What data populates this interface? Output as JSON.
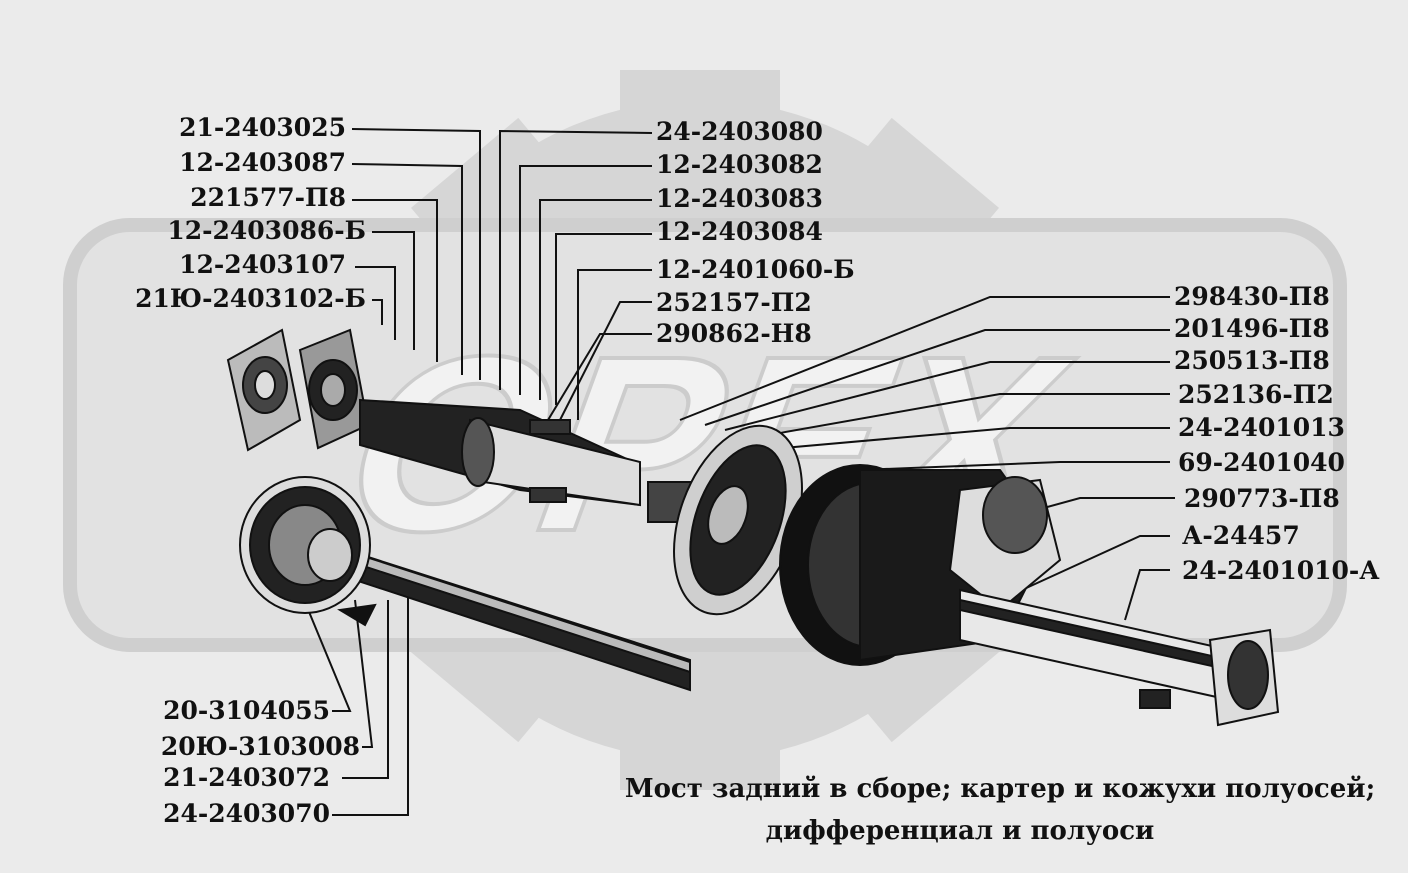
{
  "caption": {
    "line1": "Мост задний в сборе; картер и кожухи полуосей;",
    "line2": "дифференциал и полуоси"
  },
  "labels": {
    "l1": "21-2403025",
    "l2": "12-2403087",
    "l3": "221577-П8",
    "l4": "12-2403086-Б",
    "l5": "12-2403107",
    "l6": "21Ю-2403102-Б",
    "t1": "24-2403080",
    "t2": "12-2403082",
    "t3": "12-2403083",
    "t4": "12-2403084",
    "t5": "12-2401060-Б",
    "t6": "252157-П2",
    "t7": "290862-Н8",
    "r1": "298430-П8",
    "r2": "201496-П8",
    "r3": "250513-П8",
    "r4": "252136-П2",
    "r5": "24-2401013",
    "r6": "69-2401040",
    "r7": "290773-П8",
    "r8": "А-24457",
    "r9": "24-2401010-А",
    "b1": "20-3104055",
    "b2": "20Ю-3103008",
    "b3": "21-2403072",
    "b4": "24-2403070"
  }
}
